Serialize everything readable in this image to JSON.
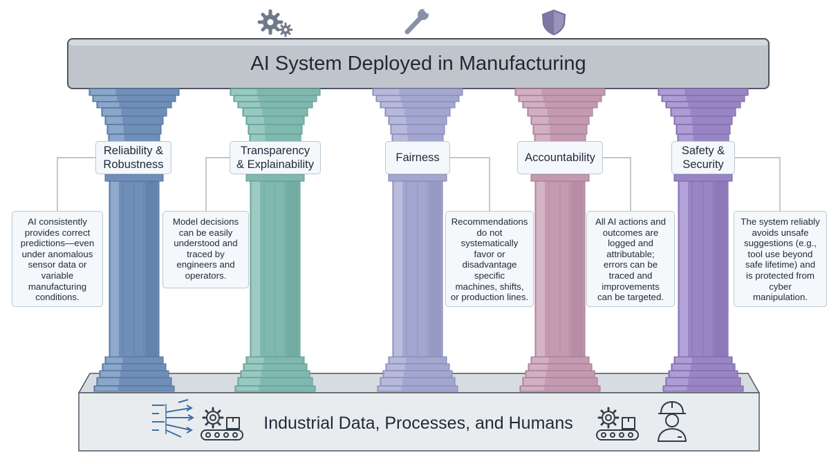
{
  "roof": {
    "title": "AI System Deployed in Manufacturing"
  },
  "base": {
    "title": "Industrial Data, Processes, and Humans"
  },
  "top_icons": [
    "gears-icon",
    "wrench-icon",
    "shield-icon"
  ],
  "base_icons": [
    "data-flow-arrows-icon",
    "gear-conveyor-icon",
    "gear-conveyor-icon",
    "worker-hardhat-icon"
  ],
  "pillars": [
    {
      "name": "Reliability &\nRobustness",
      "description": "AI consistently\nprovides correct\npredictions—even\nunder anomalous\nsensor data or\nvariable\nmanufacturing\nconditions.",
      "color": "#6f8fb8",
      "dark": "#4f6d96",
      "light": "#9cb5d3"
    },
    {
      "name": "Transparency\n& Explainability",
      "description": "Model decisions\ncan be easily\nunderstood and\ntraced by\nengineers and\noperators.",
      "color": "#7fb8ae",
      "dark": "#5b968c",
      "light": "#a9d3cb"
    },
    {
      "name": "Fairness",
      "description": "Recommendations\ndo not\nsystematically\nfavor or\ndisadvantage\nspecific\nmachines, shifts,\nor production lines.",
      "color": "#a3a6cf",
      "dark": "#7f82b0",
      "light": "#c4c6e3"
    },
    {
      "name": "Accountability",
      "description": "All AI actions and\noutcomes are\nlogged and\nattributable;\nerrors can be\ntraced and\nimprovements\ncan be targeted.",
      "color": "#c39aaf",
      "dark": "#9f7690",
      "light": "#dcbecd"
    },
    {
      "name": "Safety &\nSecurity",
      "description": "The system reliably\navoids unsafe\nsuggestions (e.g.,\ntool use beyond\nsafe lifetime) and\nis protected from\ncyber\nmanipulation.",
      "color": "#9a85c4",
      "dark": "#7661a3",
      "light": "#bcaee0"
    }
  ]
}
